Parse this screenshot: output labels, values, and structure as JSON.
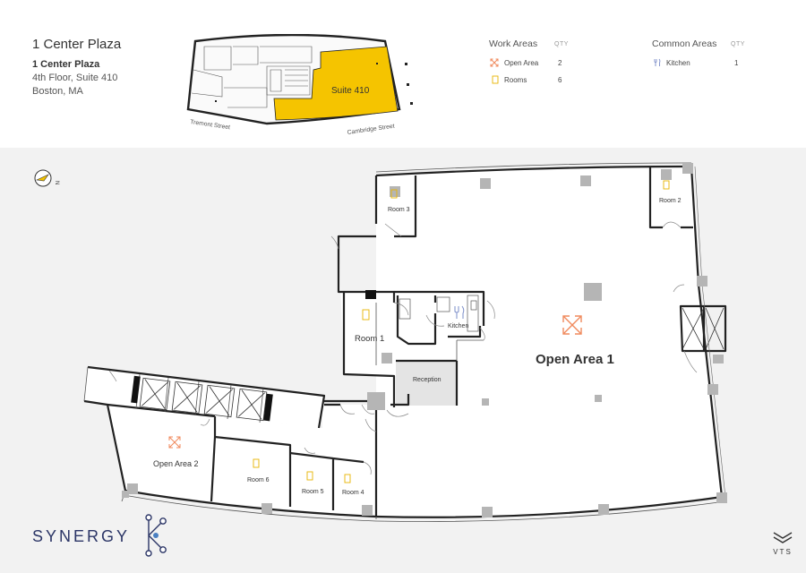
{
  "header": {
    "title": "1 Center Plaza",
    "address_line1": "1 Center Plaza",
    "address_line2": "4th Floor, Suite 410",
    "address_line3": "Boston, MA"
  },
  "keyplan": {
    "suite_label": "Suite 410",
    "street_left": "Tremont Street",
    "street_right": "Cambridge Street",
    "highlight_color": "#f5c400"
  },
  "legend": {
    "work_areas": {
      "heading": "Work Areas",
      "qty_label": "QTY",
      "items": [
        {
          "label": "Open Area",
          "qty": "2",
          "icon": "expand-arrows-icon"
        },
        {
          "label": "Rooms",
          "qty": "6",
          "icon": "door-icon"
        }
      ]
    },
    "common_areas": {
      "heading": "Common Areas",
      "qty_label": "QTY",
      "items": [
        {
          "label": "Kitchen",
          "qty": "1",
          "icon": "fork-knife-icon"
        }
      ]
    }
  },
  "rooms": {
    "room3": "Room 3",
    "room2": "Room 2",
    "room1": "Room 1",
    "kitchen": "Kitchen",
    "reception": "Reception",
    "open_area_1": "Open Area 1",
    "open_area_2": "Open Area 2",
    "room6": "Room 6",
    "room5": "Room 5",
    "room4": "Room 4"
  },
  "compass": {
    "label": "N"
  },
  "brand": {
    "name": "SYNERGY",
    "color": "#2b3566",
    "accent": "#4a7fc1"
  },
  "vts": {
    "label": "VTS"
  },
  "colors": {
    "icon_orange": "#f08a5d",
    "icon_yellow": "#e8b400",
    "kitchen_blue": "#7a8cc8",
    "reception_fill": "#e4e4e4",
    "column_fill": "#b5b5b5"
  }
}
